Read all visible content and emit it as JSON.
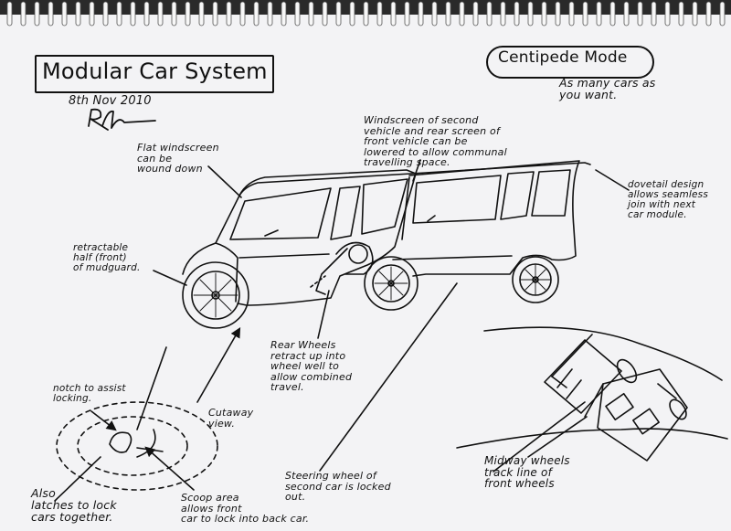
{
  "sketch": {
    "title": "Modular Car System",
    "date": "8th Nov 2010",
    "centipede_label": "Centipede Mode",
    "centipede_note": "As many cars as\nyou want.",
    "windscreen_note": "Windscreen of second\nvehicle and rear screen of\nfront vehicle can be\nlowered to allow communal\ntravelling space.",
    "flat_windscreen_note": "Flat windscreen\ncan be\nwound down",
    "dovetail_note": "dovetail design\nallows seamless\njoin with next\ncar module.",
    "mudguard_note": "retractable\nhalf (front)\nof mudguard.",
    "rear_wheels_note": "Rear Wheels\nretract up into\nwheel well to\nallow combined\ntravel.",
    "notch_note": "notch to assist\nlocking.",
    "cutaway_note": "Cutaway\nview.",
    "midway_note": "Midway wheels\ntrack line of\nfront wheels",
    "steering_note": "Steering wheel of\nsecond car is locked\nout.",
    "latches_note": "Also\nlatches to lock\ncars together.",
    "scoop_note": "Scoop area\nallows front\ncar to lock into back car.",
    "signature": "signature"
  }
}
